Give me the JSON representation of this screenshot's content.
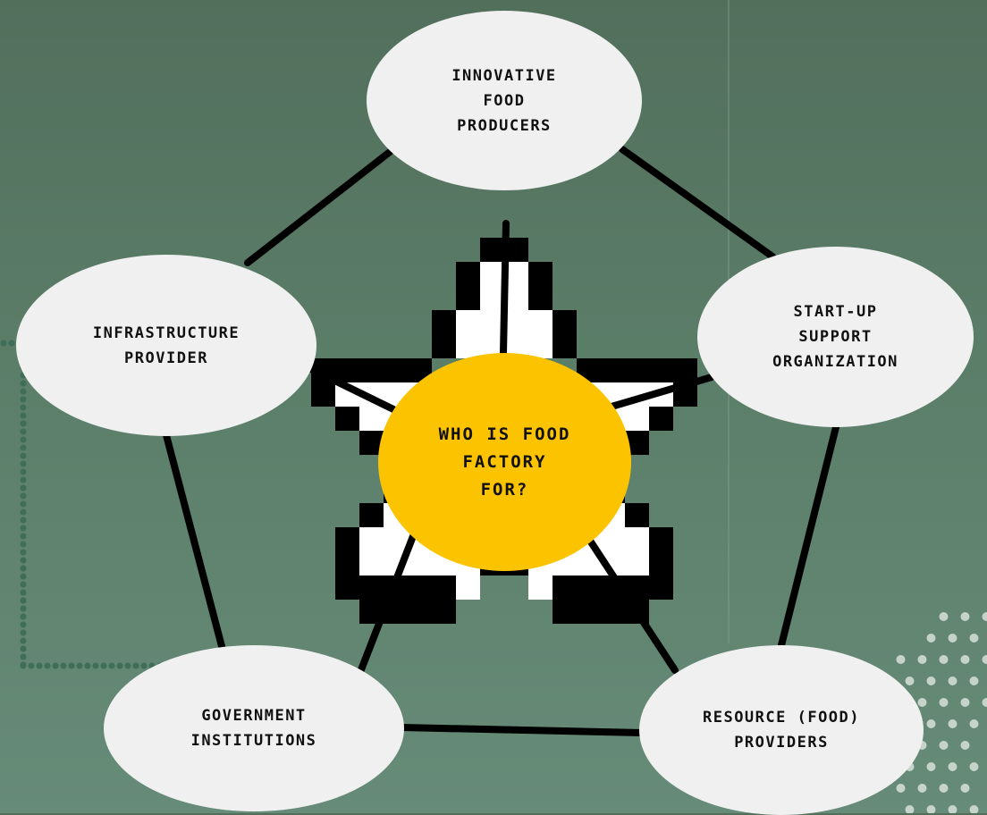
{
  "diagram": {
    "center_label": "WHO IS FOOD\nFACTORY\nFOR?",
    "nodes": [
      {
        "id": "innovative-food-producers",
        "label": "INNOVATIVE\nFOOD\nPRODUCERS"
      },
      {
        "id": "startup-support-organization",
        "label": "START-UP\nSUPPORT\nORGANiZATiON"
      },
      {
        "id": "resource-food-providers",
        "label": "RESOURCE (FOOD)\nPROVIDERS"
      },
      {
        "id": "government-institutions",
        "label": "GOVERNMENT\nINSTITUTIONS"
      },
      {
        "id": "infrastructure-provider",
        "label": "INFRASTRUCTURE\nPROVIDER"
      }
    ],
    "colors": {
      "node_fill": "#f0f0f0",
      "center_fill": "#fcc400",
      "edge": "#000000",
      "star_outline": "#000000",
      "star_fill": "#ffffff",
      "dots": "#3f6d57"
    }
  }
}
